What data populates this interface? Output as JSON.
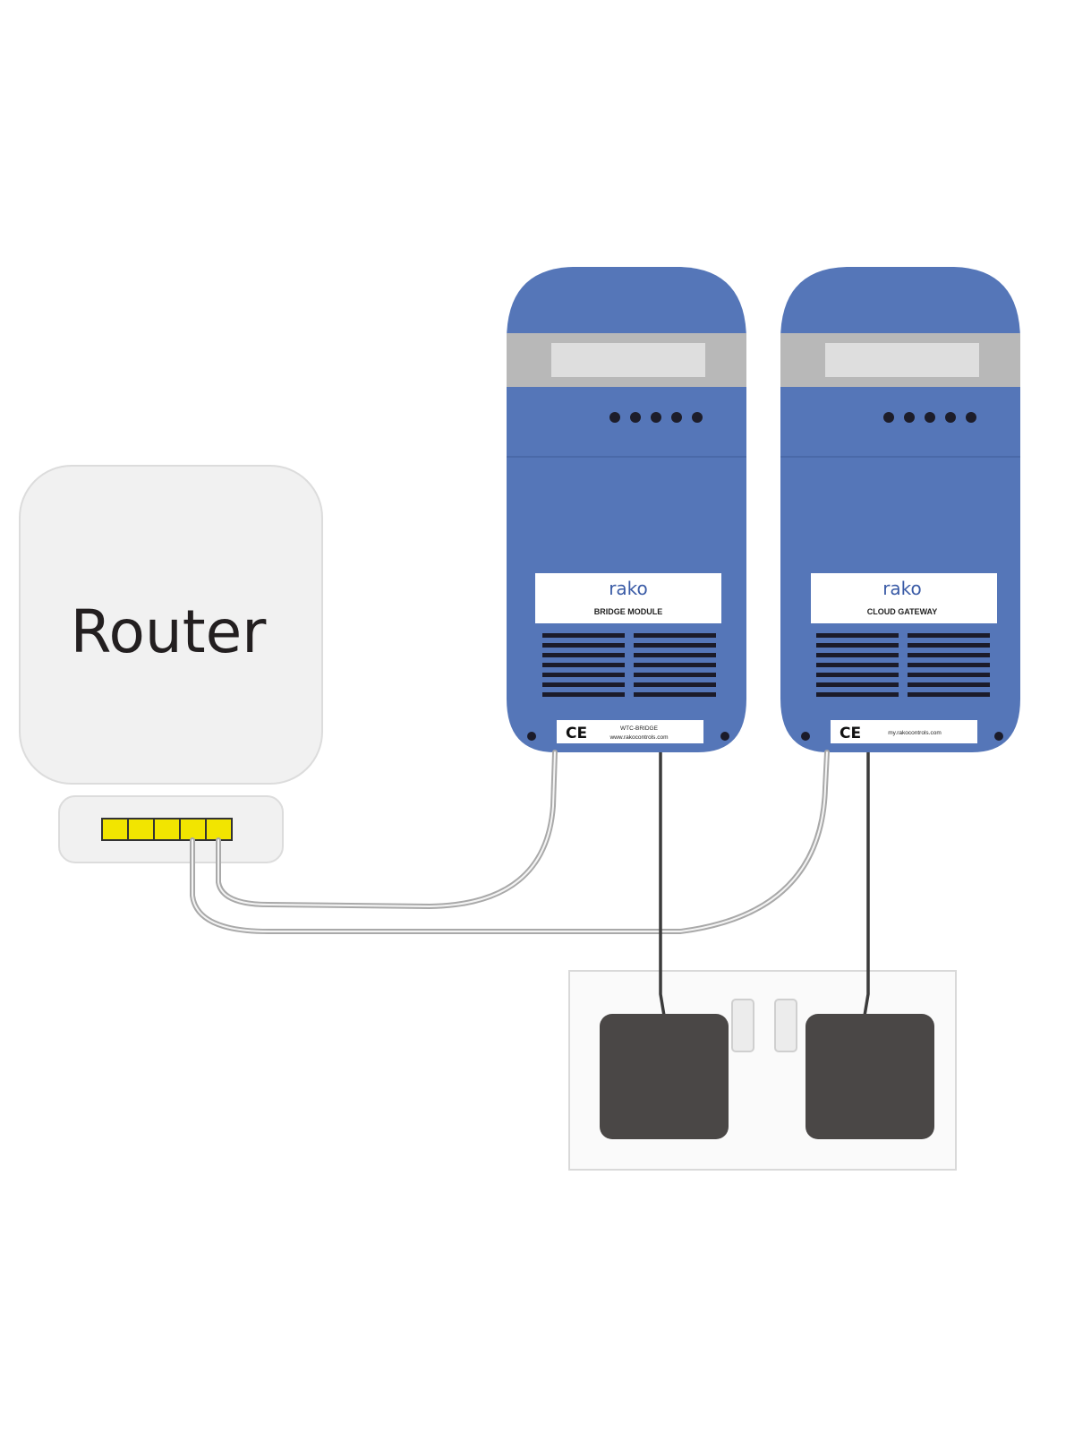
{
  "router": {
    "label": "Router",
    "port_count": 5,
    "port_color": "#f2e500"
  },
  "modules": [
    {
      "brand": "rako",
      "name": "BRIDGE MODULE",
      "ce": "CE",
      "model": "WTC-BRIDGE",
      "website": "www.rakocontrols.com",
      "led_count": 5
    },
    {
      "brand": "rako",
      "name": "CLOUD GATEWAY",
      "ce": "CE",
      "website": "my.rakocontrols.com",
      "led_count": 5
    }
  ],
  "socket": {
    "outlet_count": 2
  },
  "colors": {
    "module_blue": "#5576b8",
    "module_band_grey": "#b8b8b8",
    "router_fill": "#f0f0f0",
    "cable_grey": "#a9a9a9",
    "power_cable": "#3b3b3b",
    "plug_dark": "#4a4746"
  }
}
